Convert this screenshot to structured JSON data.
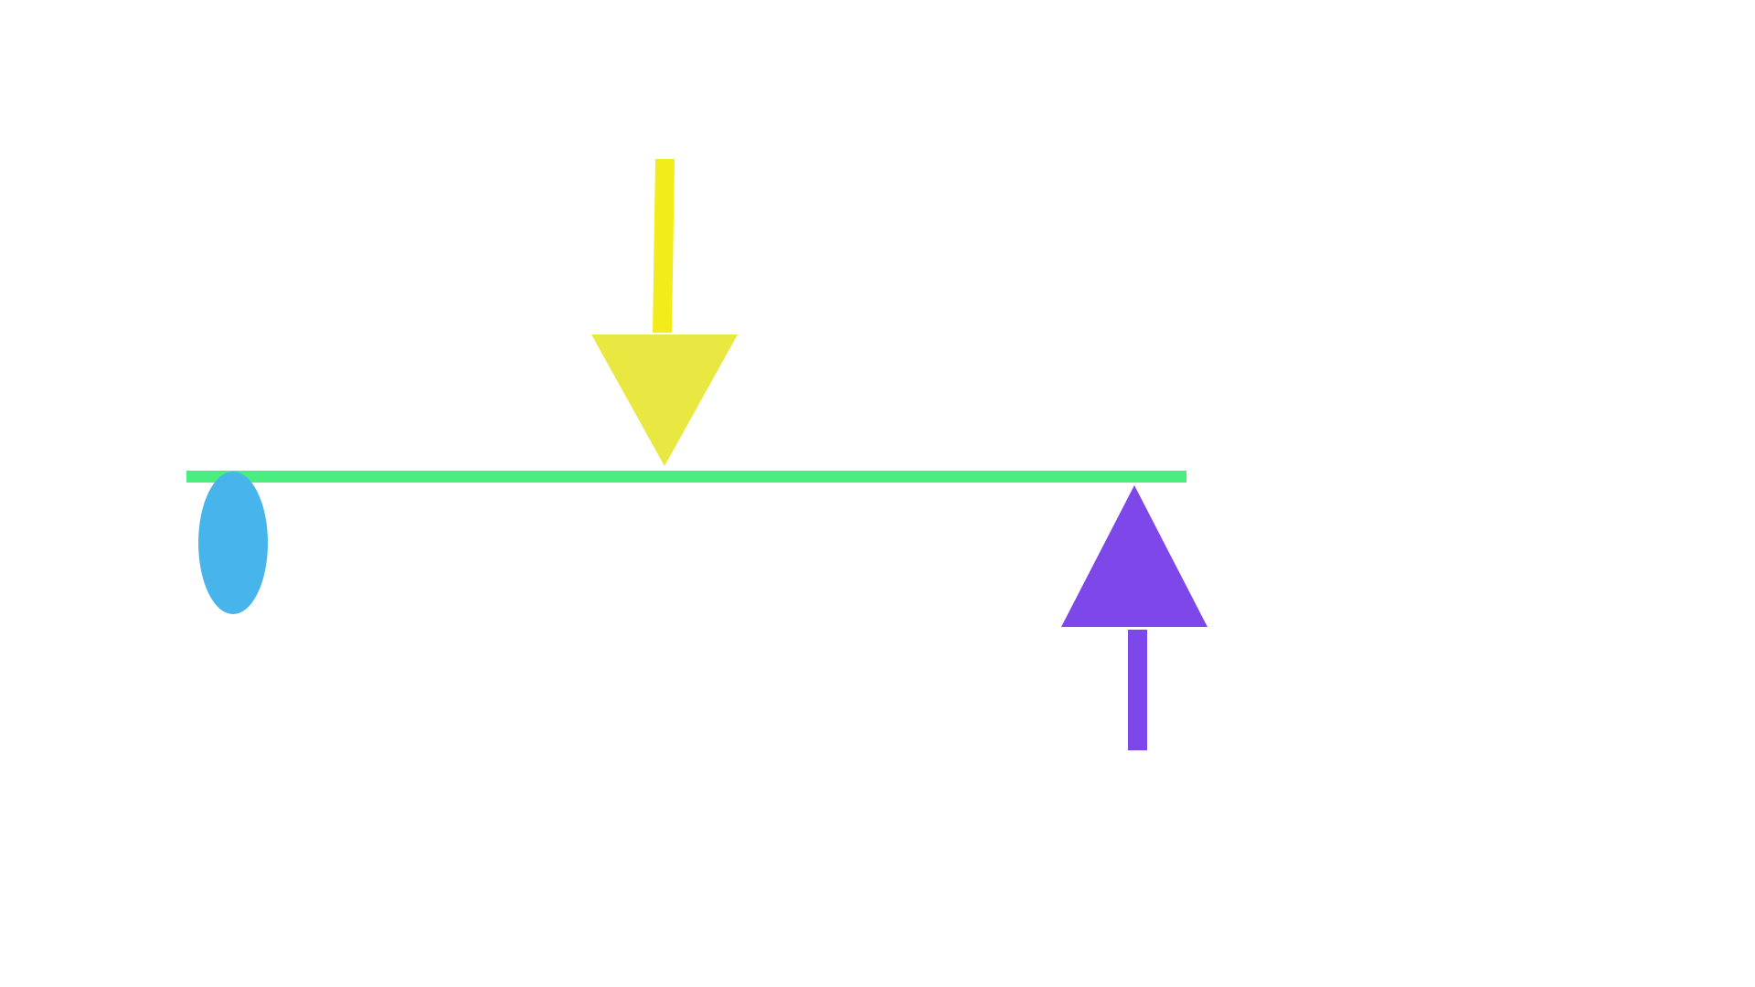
{
  "colors": {
    "background": "#ffffff",
    "beam": "#4aed7e",
    "roller_support": "#47b4ec",
    "applied_load": "#e9e742",
    "applied_load_shaft": "#f2ec1a",
    "reaction_force": "#7e47ea"
  },
  "elements": {
    "beam": "horizontal-beam",
    "left_support": "roller-ellipse",
    "load_arrow": "downward-arrow",
    "reaction_arrow": "upward-arrow"
  }
}
